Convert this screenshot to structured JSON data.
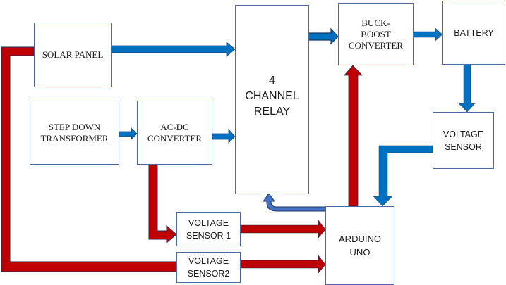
{
  "diagram": {
    "title": "Solar / Grid Battery Charging Block Diagram",
    "colors": {
      "power_flow": "#0070C0",
      "sensing_flow": "#C00000",
      "control_flow": "#4472C4",
      "box_border": "#4A69A6"
    },
    "blocks": {
      "solar_panel": {
        "lines": [
          "SOLAR PANEL"
        ]
      },
      "step_down": {
        "lines": [
          "STEP DOWN",
          "TRANSFORMER"
        ]
      },
      "ac_dc": {
        "lines": [
          "AC-DC",
          "CONVERTER"
        ]
      },
      "relay": {
        "lines": [
          "4",
          "CHANNEL",
          "RELAY"
        ]
      },
      "buck_boost": {
        "lines": [
          "BUCK-",
          "BOOST",
          "CONVERTER"
        ]
      },
      "battery": {
        "lines": [
          "BATTERY"
        ]
      },
      "voltage_sensor": {
        "lines": [
          "VOLTAGE",
          "SENSOR"
        ]
      },
      "voltage_sensor_1": {
        "lines": [
          "VOLTAGE",
          "SENSOR 1"
        ]
      },
      "voltage_sensor_2": {
        "lines": [
          "VOLTAGE",
          "SENSOR2"
        ]
      },
      "arduino": {
        "lines": [
          "ARDUINO",
          "UNO"
        ]
      }
    },
    "connections": [
      {
        "from": "SOLAR PANEL",
        "to": "4 CHANNEL RELAY",
        "type": "power"
      },
      {
        "from": "STEP DOWN TRANSFORMER",
        "to": "AC-DC CONVERTER",
        "type": "power"
      },
      {
        "from": "AC-DC CONVERTER",
        "to": "4 CHANNEL RELAY",
        "type": "power"
      },
      {
        "from": "4 CHANNEL RELAY",
        "to": "BUCK-BOOST CONVERTER",
        "type": "power"
      },
      {
        "from": "BUCK-BOOST CONVERTER",
        "to": "BATTERY",
        "type": "power"
      },
      {
        "from": "BATTERY",
        "to": "VOLTAGE SENSOR",
        "type": "power"
      },
      {
        "from": "VOLTAGE SENSOR",
        "to": "ARDUINO UNO",
        "type": "power"
      },
      {
        "from": "ARDUINO UNO",
        "to": "4 CHANNEL RELAY",
        "type": "control"
      },
      {
        "from": "ARDUINO UNO",
        "to": "BUCK-BOOST CONVERTER",
        "type": "sensing"
      },
      {
        "from": "AC-DC CONVERTER",
        "to": "VOLTAGE SENSOR 1",
        "type": "sensing"
      },
      {
        "from": "SOLAR PANEL",
        "to": "VOLTAGE SENSOR2",
        "type": "sensing"
      },
      {
        "from": "VOLTAGE SENSOR 1",
        "to": "ARDUINO UNO",
        "type": "sensing"
      },
      {
        "from": "VOLTAGE SENSOR2",
        "to": "ARDUINO UNO",
        "type": "sensing"
      }
    ]
  }
}
